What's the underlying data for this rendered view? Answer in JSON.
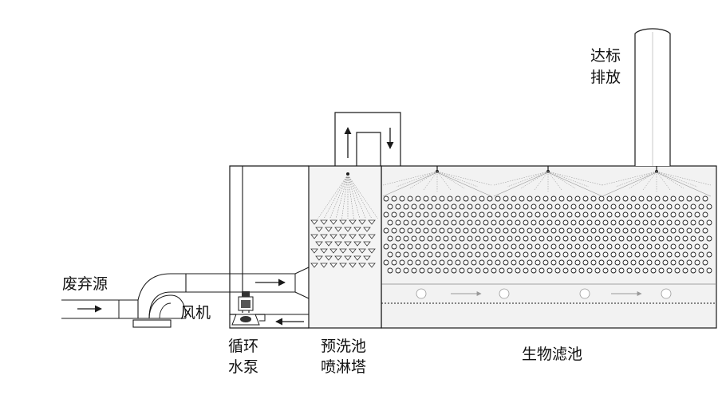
{
  "labels": {
    "waste_source": "废弃源",
    "fan": "风机",
    "pump_line1": "循环",
    "pump_line2": "水泵",
    "prewash_line1": "预洗池",
    "prewash_line2": "喷淋塔",
    "biofilter": "生物滤池",
    "discharge_line1": "达标",
    "discharge_line2": "排放"
  },
  "colors": {
    "line": "#1a1a1a",
    "prewash_fill": "#f4f4f4",
    "biofilter_fill": "#f2f2f2"
  }
}
